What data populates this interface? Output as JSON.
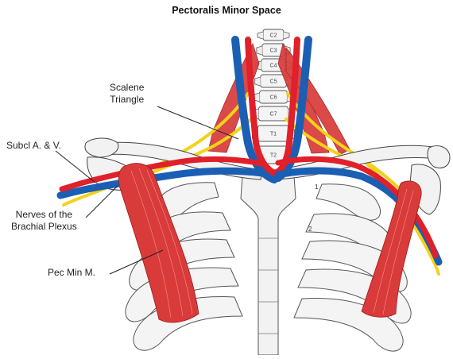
{
  "title": "Pectoralis Minor Space",
  "labels": {
    "scalene": "Scalene\nTriangle",
    "subcl": "Subcl A. & V.",
    "nerves": "Nerves of the\nBrachial Plexus",
    "pecmin": "Pec Min M."
  },
  "vertebrae": [
    "C2",
    "C3",
    "C4",
    "C5",
    "C6",
    "C7",
    "T1",
    "T2"
  ],
  "rib_numbers": [
    "1",
    "2"
  ],
  "colors": {
    "artery": "#e0202a",
    "vein": "#1a5fb4",
    "nerve": "#f2d21b",
    "muscle": "#d93a3a",
    "bone": "#f2f2f2",
    "outline": "#444444"
  }
}
